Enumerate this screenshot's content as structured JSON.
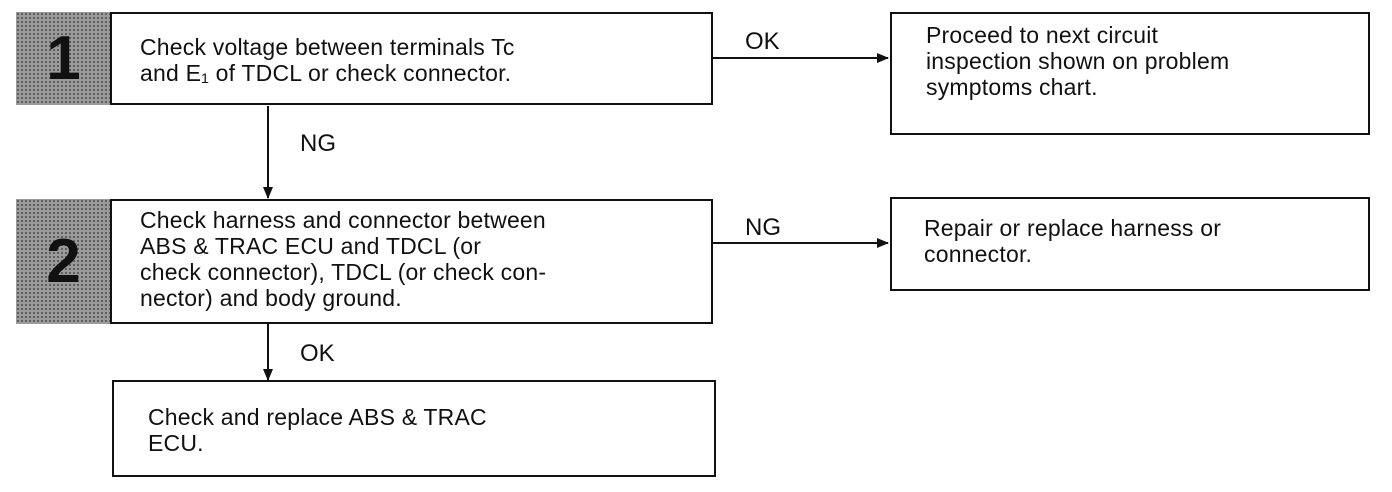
{
  "steps": [
    {
      "number": "1",
      "text_lines": [
        "Check voltage between terminals Tc",
        "and E₁ of TDCL or check connector."
      ]
    },
    {
      "number": "2",
      "text_lines": [
        "Check harness and connector between",
        "ABS & TRAC ECU and TDCL (or",
        "check connector), TDCL (or check con-",
        "nector) and body ground."
      ]
    }
  ],
  "results": {
    "step1_ok": {
      "label": "OK",
      "text_lines": [
        "Proceed to next circuit",
        "inspection shown on problem",
        "symptoms chart."
      ]
    },
    "step1_ng": {
      "label": "NG"
    },
    "step2_ng": {
      "label": "NG",
      "text_lines": [
        "Repair or replace harness or",
        "connector."
      ]
    },
    "step2_ok": {
      "label": "OK",
      "text_lines": [
        "Check and replace ABS & TRAC",
        "ECU."
      ]
    }
  }
}
